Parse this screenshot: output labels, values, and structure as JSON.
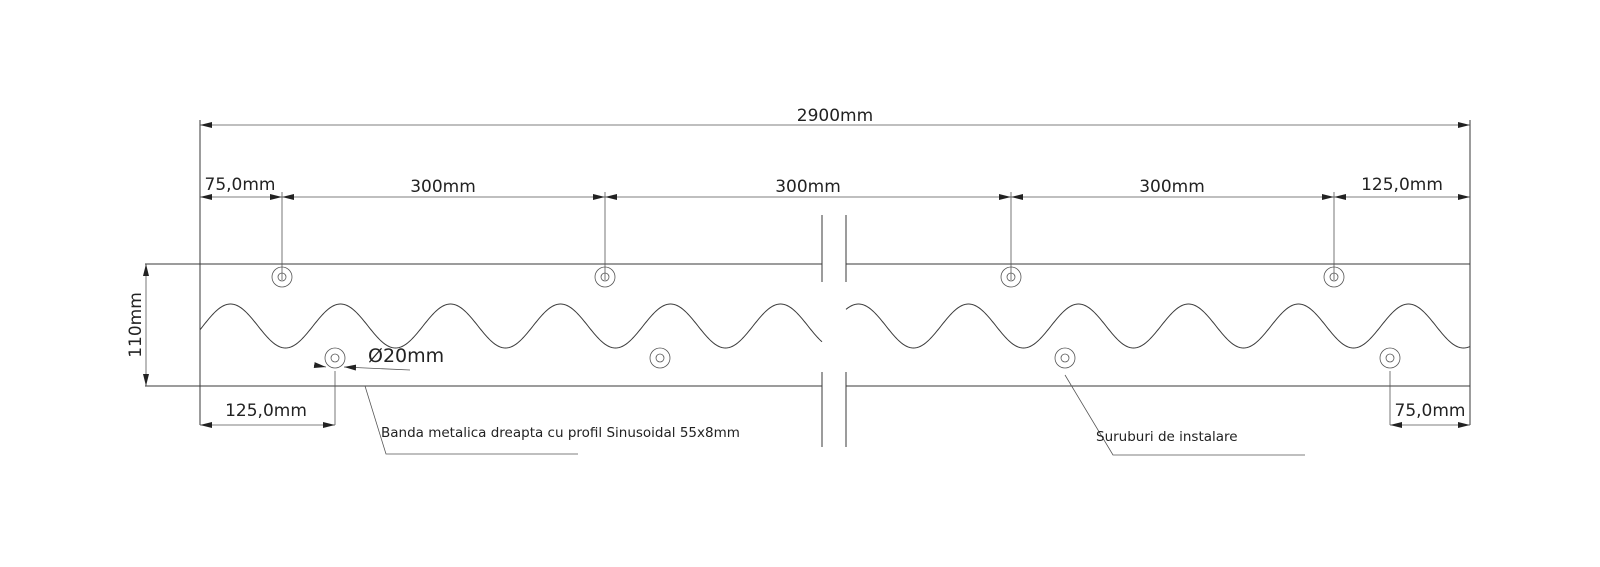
{
  "drawing": {
    "dimensions": {
      "overall_length": "2900mm",
      "left_edge_to_first_hole": "75,0mm",
      "hole_spacing_1": "300mm",
      "hole_spacing_2": "300mm",
      "hole_spacing_3": "300mm",
      "last_hole_to_right_edge": "125,0mm",
      "height": "110mm",
      "hole_diameter": "Ø20mm",
      "bottom_left_offset": "125,0mm",
      "bottom_right_offset": "75,0mm"
    },
    "annotations": {
      "strip": "Banda metalica dreapta cu profil Sinusoidal 55x8mm",
      "screws": "Suruburi de instalare"
    },
    "colors": {
      "line": "#3a3a3a",
      "background": "#ffffff"
    }
  }
}
